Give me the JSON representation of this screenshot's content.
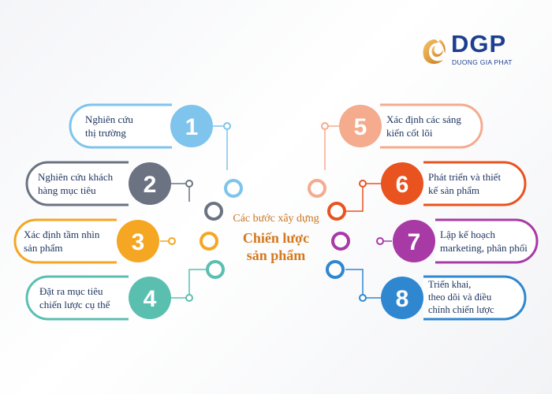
{
  "logo": {
    "name": "DGP",
    "tagline": "DUONG GIA PHAT"
  },
  "center": {
    "subtitle": "Các bước xây dựng",
    "title_line1": "Chiến lược",
    "title_line2": "sản phẩm"
  },
  "steps": [
    {
      "number": "1",
      "line1": "Nghiên cứu",
      "line2": "thị trường",
      "color": "#7fc4ec"
    },
    {
      "number": "2",
      "line1": "Nghiên cứu khách",
      "line2": "hàng mục tiêu",
      "color": "#6b7382"
    },
    {
      "number": "3",
      "line1": "Xác định tầm nhìn",
      "line2": "sản phẩm",
      "color": "#f5a623"
    },
    {
      "number": "4",
      "line1": "Đặt ra mục tiêu",
      "line2": "chiến lược cụ thể",
      "color": "#5bbfb0"
    },
    {
      "number": "5",
      "line1": "Xác định các sáng",
      "line2": "kiến cốt lõi",
      "color": "#f4ab8e"
    },
    {
      "number": "6",
      "line1": "Phát triển và thiết",
      "line2": "kế sản phẩm",
      "color": "#e8531f"
    },
    {
      "number": "7",
      "line1": "Lập kế hoạch",
      "line2": "marketing, phân phối",
      "color": "#a83aa6"
    },
    {
      "number": "8",
      "line1": "Triển khai,",
      "line2": "theo dõi và điều",
      "line3": "chỉnh chiến lược",
      "color": "#2f87cf"
    }
  ]
}
